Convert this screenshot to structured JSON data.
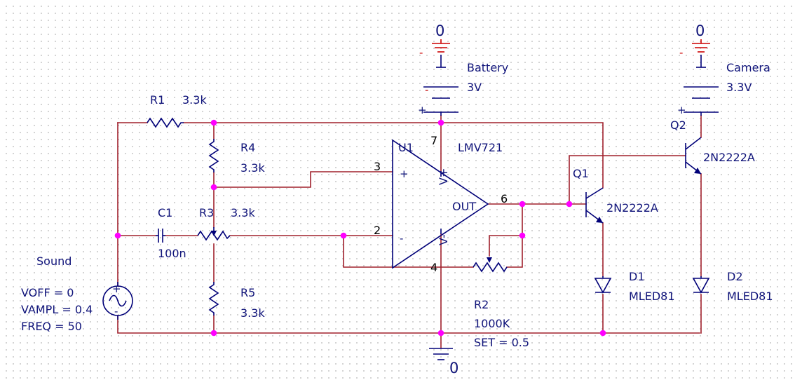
{
  "components": {
    "r1": {
      "ref": "R1",
      "value": "3.3k"
    },
    "r4": {
      "ref": "R4",
      "value": "3.3k"
    },
    "r3": {
      "ref": "R3",
      "value": "3.3k"
    },
    "r5": {
      "ref": "R5",
      "value": "3.3k"
    },
    "c1": {
      "ref": "C1",
      "value": "100n"
    },
    "u1": {
      "ref": "U1",
      "part": "LMV721",
      "out_label": "OUT",
      "vplus_label": "V+",
      "vminus_label": "V-",
      "plus_sign": "+",
      "minus_sign": "-"
    },
    "r2": {
      "ref": "R2",
      "value": "1000K",
      "set": "SET = 0.5"
    },
    "q1": {
      "ref": "Q1",
      "part": "2N2222A"
    },
    "q2": {
      "ref": "Q2",
      "part": "2N2222A"
    },
    "d1": {
      "ref": "D1",
      "part": "MLED81"
    },
    "d2": {
      "ref": "D2",
      "part": "MLED81"
    },
    "battery": {
      "name": "Battery",
      "value": "3V",
      "ground": "0"
    },
    "camera": {
      "name": "Camera",
      "value": "3.3V",
      "ground": "0"
    },
    "sound": {
      "name": "Sound",
      "voff": "VOFF = 0",
      "vampl": "VAMPL = 0.4",
      "freq": "FREQ = 50"
    },
    "ground_main": "0"
  },
  "pins": {
    "p3": "3",
    "p2": "2",
    "p4": "4",
    "p6": "6",
    "p7": "7"
  },
  "polarity": {
    "plus": "+",
    "minus": "-"
  },
  "colors": {
    "wire": "#a0202c",
    "component": "#000078",
    "junction": "#ff00ff",
    "label": "#10147a",
    "background": "#ffffff"
  }
}
